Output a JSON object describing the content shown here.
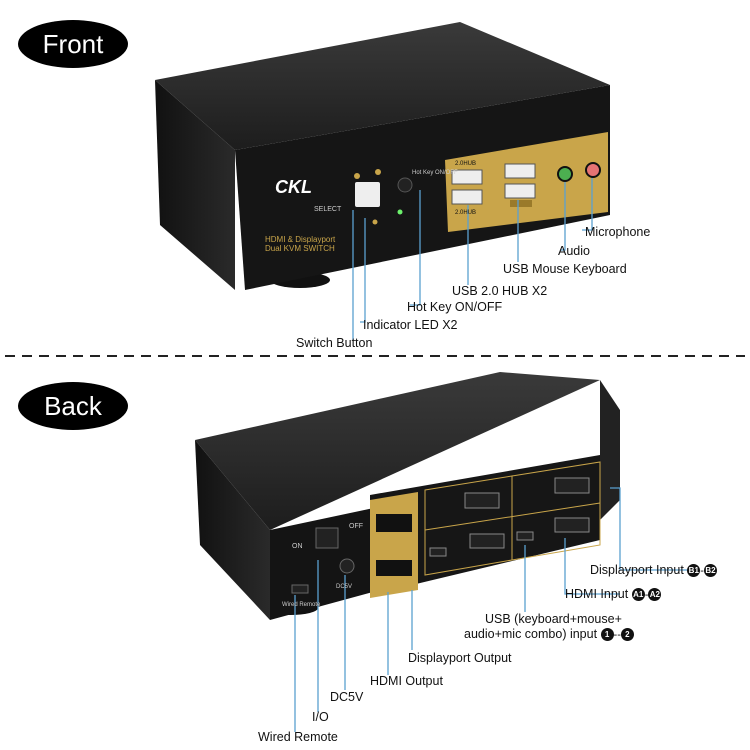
{
  "sections": {
    "front": "Front",
    "back": "Back"
  },
  "device": {
    "logo": "CKL",
    "model_text": "HDMI & Displayport\nDual KVM SWITCH",
    "panel_select": "SELECT",
    "panel_hotkey": "Hot Key ON/OFF",
    "panel_usb_hub_top": "2.0HUB",
    "panel_usb_hub_bottom": "2.0HUB",
    "panel_on": "ON",
    "panel_off": "OFF",
    "panel_wired_remote": "Wired Remote",
    "panel_dc5v": "DC5V"
  },
  "front_labels": {
    "microphone": "Microphone",
    "audio": "Audio",
    "usb_mouse_keyboard": "USB Mouse Keyboard",
    "usb_hub": "USB 2.0 HUB X2",
    "hot_key": "Hot Key ON/OFF",
    "indicator_led": "Indicator LED X2",
    "switch_button": "Switch Button"
  },
  "back_labels": {
    "displayport_input": "Displayport Input",
    "dp_badge_1": "B1",
    "dp_badge_2": "B2",
    "hdmi_input": "HDMI Input",
    "hdmi_badge_1": "A1",
    "hdmi_badge_2": "A2",
    "usb_input_line1": "USB (keyboard+mouse+",
    "usb_input_line2": "audio+mic combo) input",
    "usb_badge_1": "1",
    "usb_badge_2": "2",
    "displayport_output": "Displayport Output",
    "hdmi_output": "HDMI Output",
    "dc5v": "DC5V",
    "io": "I/O",
    "wired_remote": "Wired Remote"
  }
}
